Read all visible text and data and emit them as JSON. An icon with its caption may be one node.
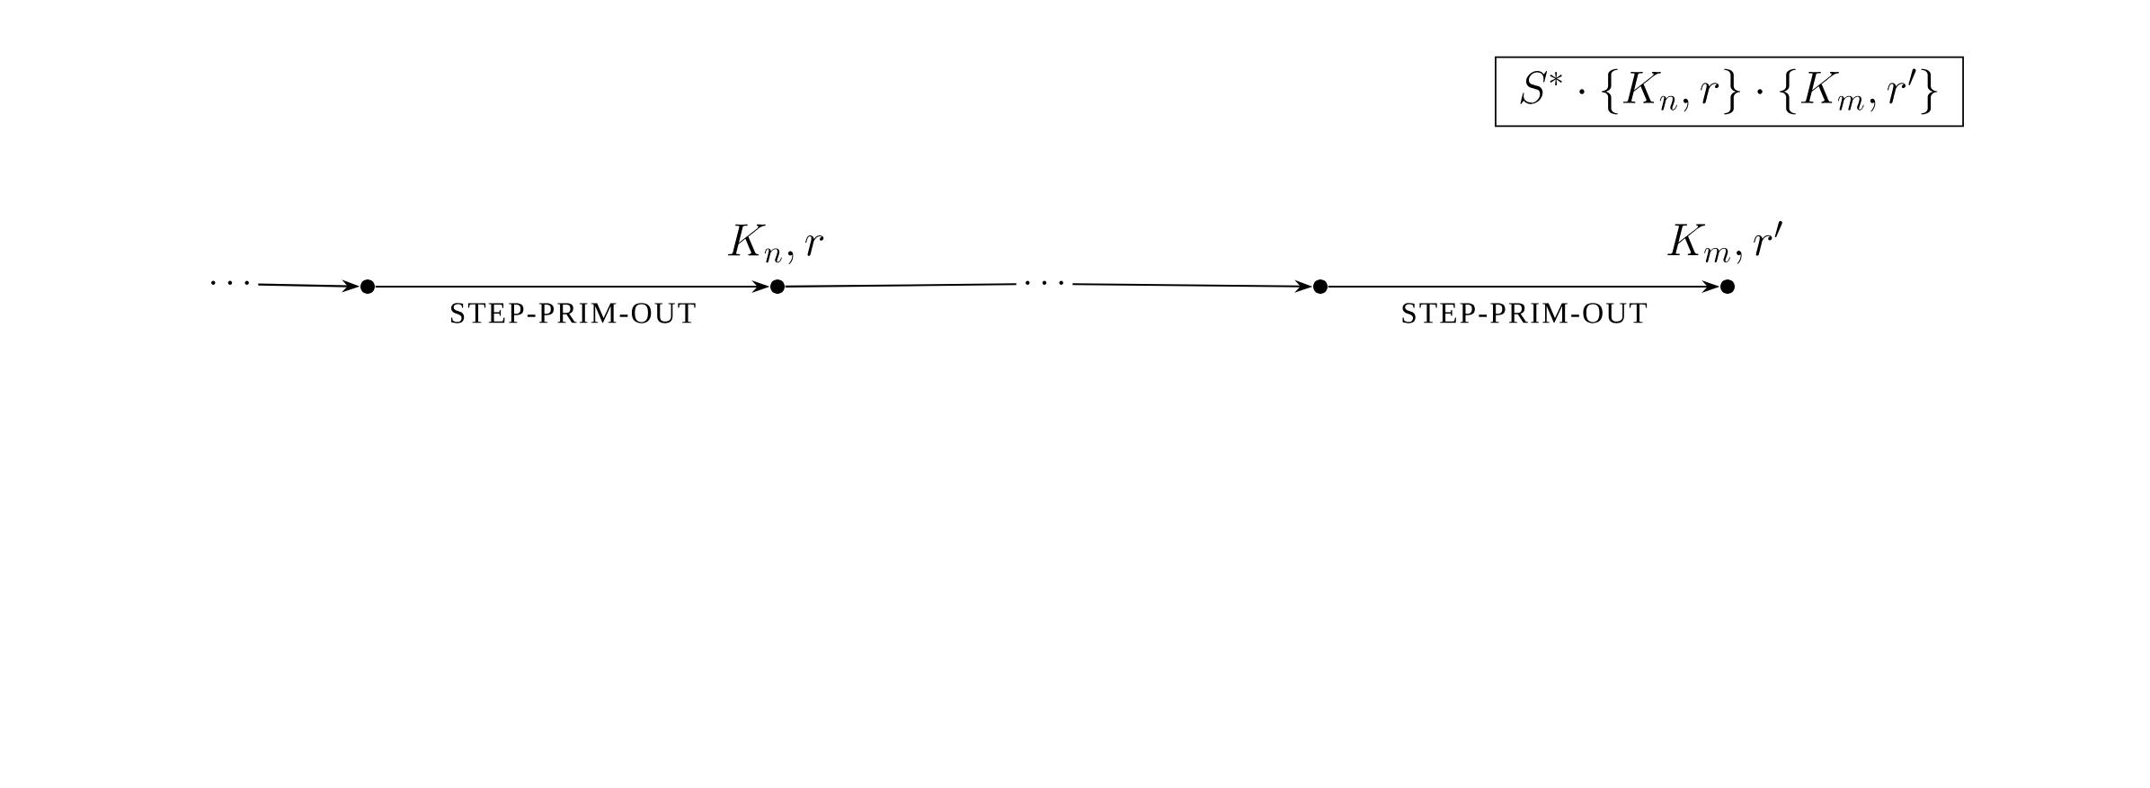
{
  "diagram": {
    "nodes": [
      {
        "text": [
          "\\cdots"
        ]
      },
      {
        "text": [],
        "shape": "circle"
      },
      {
        "text": [],
        "shape": "circle",
        "beside": [
          "K_n, r"
        ]
      },
      {
        "text": [
          "\\cdots"
        ]
      },
      {
        "text": [],
        "shape": "circle"
      },
      {
        "text": [],
        "shape": "circle",
        "beside": [
          "K_m, r'"
        ]
      },
      {
        "text": [
          "S^* \\cdot \\{K_n, r\\} \\cdot \\{K_m, r'\\}"
        ]
      }
    ],
    "edges": [
      {
        "from": 0,
        "to": 1,
        "arrow": "to"
      },
      {
        "from": 1,
        "to": 2,
        "arrow": "to",
        "label": "STEP-PRIM-OUT"
      },
      {
        "from": 2,
        "to": 3,
        "arrow": "none"
      },
      {
        "from": 3,
        "to": 4,
        "arrow": "to"
      },
      {
        "from": 4,
        "to": 5,
        "arrow": "to",
        "label": "STEP-PRIM-OUT"
      }
    ]
  }
}
